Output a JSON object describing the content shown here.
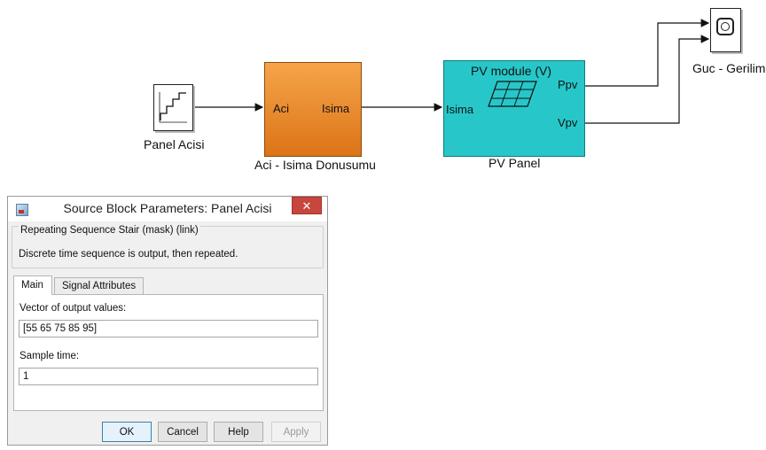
{
  "diagram": {
    "blocks": {
      "panel_acisi": {
        "label": "Panel Acisi"
      },
      "aci_isima": {
        "label": "Aci - Isima Donusumu",
        "in_port": "Aci",
        "out_port": "Isima"
      },
      "pv_panel": {
        "label": "PV Panel",
        "title": "PV module (V)",
        "in_port": "Isima",
        "out_port_1": "Ppv",
        "out_port_2": "Vpv"
      },
      "scope": {
        "label": "Guc - Gerilim"
      }
    },
    "colors": {
      "orange_block": "#e88a2c",
      "cyan_block": "#27c7c9"
    }
  },
  "dialog": {
    "title": "Source Block Parameters: Panel Acisi",
    "close_symbol": "✕",
    "mask_type": "Repeating Sequence Stair (mask) (link)",
    "mask_description": "Discrete time sequence is output, then repeated.",
    "tabs": [
      "Main",
      "Signal Attributes"
    ],
    "params": {
      "output_values_label": "Vector of output values:",
      "output_values": "[55 65 75 85 95]",
      "sample_time_label": "Sample time:",
      "sample_time": "1"
    },
    "buttons": {
      "ok": "OK",
      "cancel": "Cancel",
      "help": "Help",
      "apply": "Apply"
    }
  }
}
